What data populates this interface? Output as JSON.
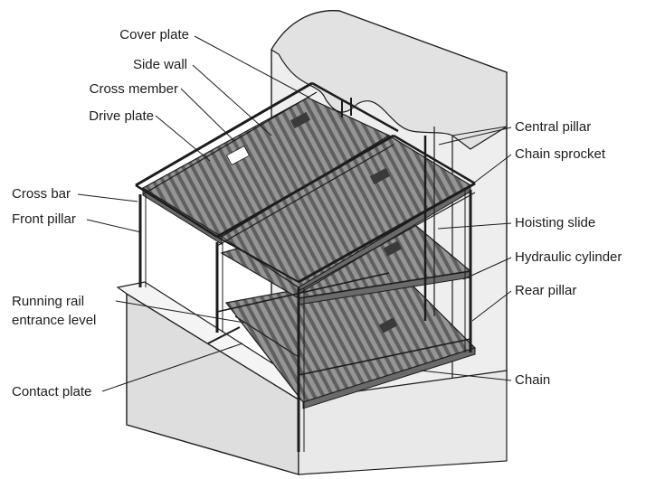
{
  "diagram": {
    "labels": {
      "cover_plate": "Cover plate",
      "side_wall": "Side wall",
      "cross_member": "Cross member",
      "drive_plate": "Drive plate",
      "cross_bar": "Cross bar",
      "front_pillar": "Front pillar",
      "running_rail_line1": "Running rail",
      "running_rail_line2": "entrance level",
      "contact_plate": "Contact plate",
      "central_pillar": "Central pillar",
      "chain_sprocket": "Chain sprocket",
      "hoisting_slide": "Hoisting slide",
      "hydraulic_cylinder": "Hydraulic cylinder",
      "rear_pillar": "Rear pillar",
      "chain": "Chain"
    },
    "colors": {
      "line": "#1c1c1c",
      "wall_fill": "#ececec",
      "wall_side": "#d9d9d9",
      "platform_fill": "#8f8f8f",
      "platform_stripe": "#5e5e5e"
    }
  }
}
